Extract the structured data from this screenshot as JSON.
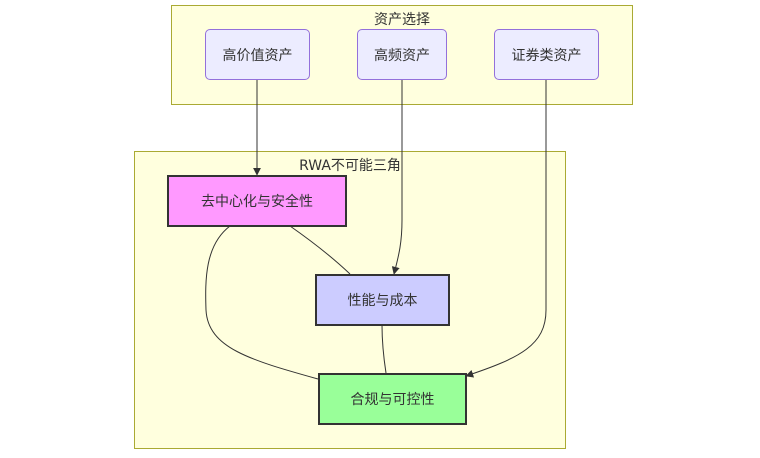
{
  "diagram": {
    "type": "flowchart",
    "clusters": [
      {
        "id": "asset_selection",
        "title": "资产选择"
      },
      {
        "id": "rwa_triangle",
        "title": "RWA不可能三角"
      }
    ],
    "nodes": {
      "high_value": {
        "label": "高价值资产",
        "cluster": "asset_selection",
        "fill": "#ececff",
        "stroke": "#9370db"
      },
      "high_freq": {
        "label": "高频资产",
        "cluster": "asset_selection",
        "fill": "#ececff",
        "stroke": "#9370db"
      },
      "securities": {
        "label": "证券类资产",
        "cluster": "asset_selection",
        "fill": "#ececff",
        "stroke": "#9370db"
      },
      "decentral": {
        "label": "去中心化与安全性",
        "cluster": "rwa_triangle",
        "fill": "#ff99ff",
        "stroke": "#333333"
      },
      "performance": {
        "label": "性能与成本",
        "cluster": "rwa_triangle",
        "fill": "#ccccff",
        "stroke": "#333333"
      },
      "compliance": {
        "label": "合规与可控性",
        "cluster": "rwa_triangle",
        "fill": "#99ff99",
        "stroke": "#333333"
      }
    },
    "edges": [
      {
        "from": "高价值资产",
        "to": "去中心化与安全性",
        "arrow": true
      },
      {
        "from": "高频资产",
        "to": "性能与成本",
        "arrow": true
      },
      {
        "from": "证券类资产",
        "to": "合规与可控性",
        "arrow": true
      },
      {
        "from": "去中心化与安全性",
        "to": "性能与成本",
        "arrow": false
      },
      {
        "from": "去中心化与安全性",
        "to": "合规与可控性",
        "arrow": false
      },
      {
        "from": "性能与成本",
        "to": "合规与可控性",
        "arrow": false
      }
    ]
  }
}
